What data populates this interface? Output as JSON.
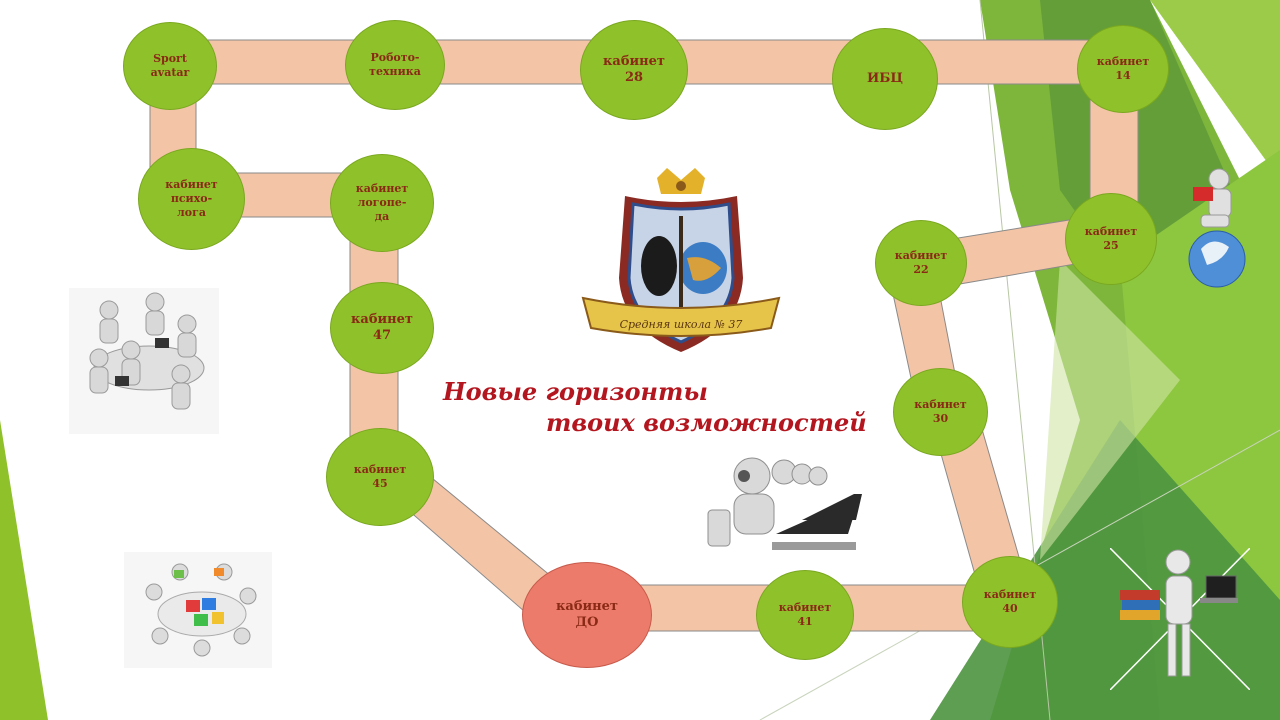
{
  "nodes": {
    "sport": "Sport\navatar",
    "robot": "Робото-\nтехника",
    "k28": "кабинет\n28",
    "ibc": "ИБЦ",
    "k14": "кабинет\n14",
    "psych": "кабинет\nпсихо-\nлога",
    "logop": "кабинет\nлогопе-\nда",
    "k47": "кабинет\n47",
    "k45": "кабинет\n45",
    "kdo": "кабинет\nДО",
    "k41": "кабинет\n41",
    "k40": "кабинет\n40",
    "k30": "кабинет\n30",
    "k22": "кабинет\n22",
    "k25": "кабинет\n25"
  },
  "slogan": {
    "line1": "Новые горизонты",
    "line2": "твоих  возможностей"
  },
  "emblem": {
    "banner_text": "Средняя школа № 37"
  },
  "colors": {
    "node_green": "#8fc12b",
    "node_red": "#ec7b6b",
    "path": "#f4c4a6",
    "label": "#8a2a16",
    "slogan": "#b3161e"
  },
  "icons": [
    "meeting-table-illustration",
    "puzzle-team-illustration",
    "call-center-illustration",
    "reader-on-globe-illustration",
    "laptop-books-illustration",
    "school-emblem-icon"
  ]
}
